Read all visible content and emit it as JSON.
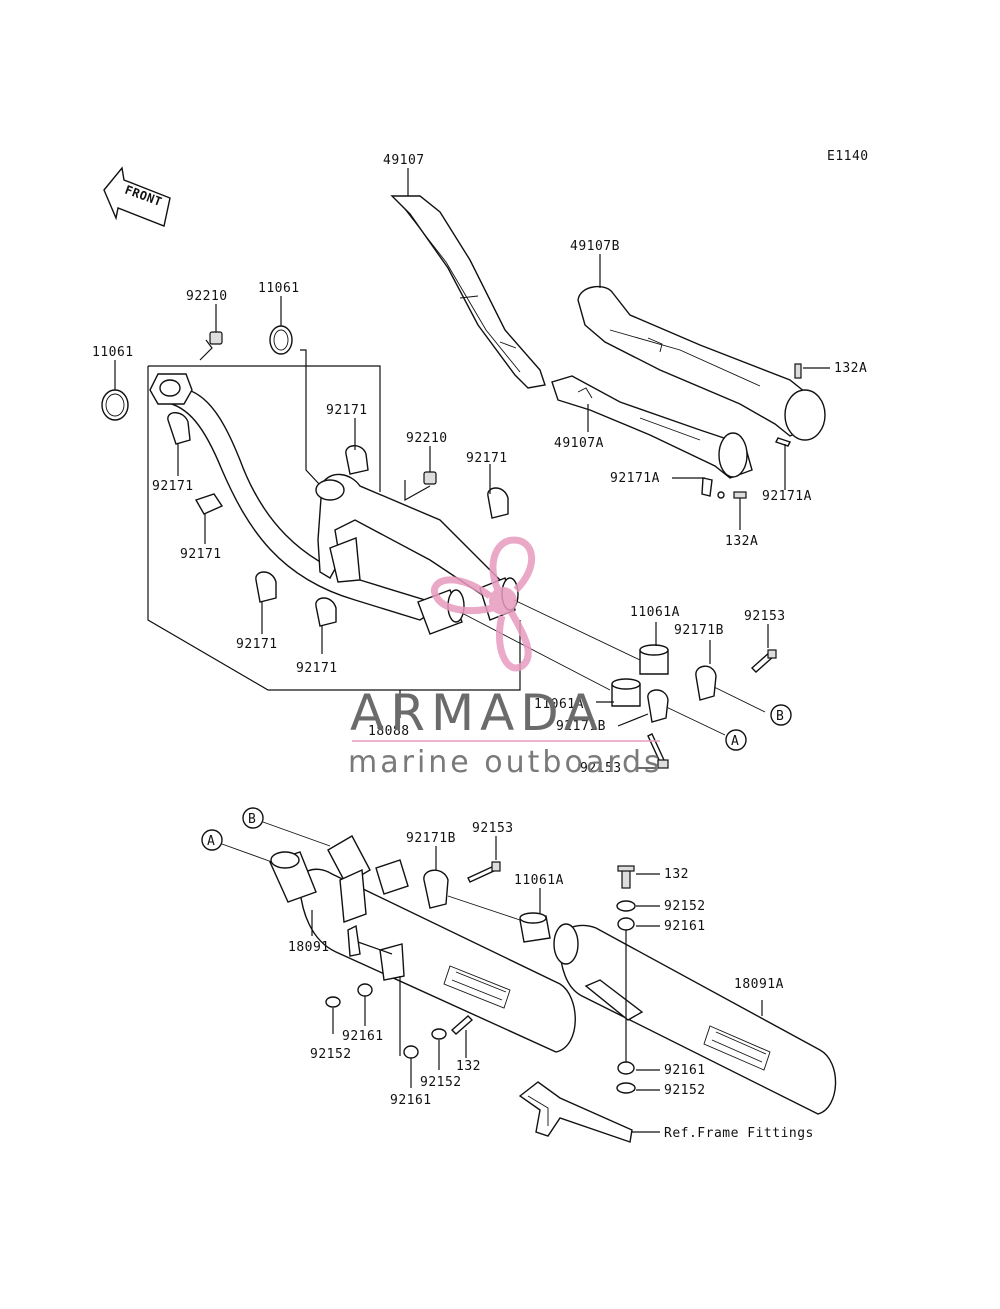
{
  "diagram": {
    "code": "E1140",
    "front_label": "FRONT",
    "callouts": {
      "p49107": "49107",
      "p49107b": "49107B",
      "p49107a": "49107A",
      "p132a_1": "132A",
      "p132a_2": "132A",
      "p92171a_1": "92171A",
      "p92171a_2": "92171A",
      "p92210_1": "92210",
      "p92210_2": "92210",
      "p11061_1": "11061",
      "p11061_2": "11061",
      "p92171_1": "92171",
      "p92171_2": "92171",
      "p92171_3": "92171",
      "p92171_4": "92171",
      "p92171_5": "92171",
      "p92171_6": "92171",
      "p11061a_1": "11061A",
      "p11061a_2": "11061A",
      "p11061a_3": "11061A",
      "p92171b_1": "92171B",
      "p92171b_2": "92171B",
      "p92171b_3": "92171B",
      "p92153_1": "92153",
      "p92153_2": "92153",
      "p92153_3": "92153",
      "p18088": "18088",
      "p18091": "18091",
      "p18091a": "18091A",
      "p132_1": "132",
      "p132_2": "132",
      "p92152_1": "92152",
      "p92152_2": "92152",
      "p92152_3": "92152",
      "p92152_4": "92152",
      "p92161_1": "92161",
      "p92161_2": "92161",
      "p92161_3": "92161",
      "p92161_4": "92161",
      "ref_frame": "Ref.Frame Fittings"
    },
    "refs": {
      "a1": "A",
      "a2": "A",
      "b1": "B",
      "b2": "B"
    }
  },
  "watermark": {
    "title": "ARMADA",
    "subtitle": "marine outboards",
    "color": "#e89bbf"
  }
}
